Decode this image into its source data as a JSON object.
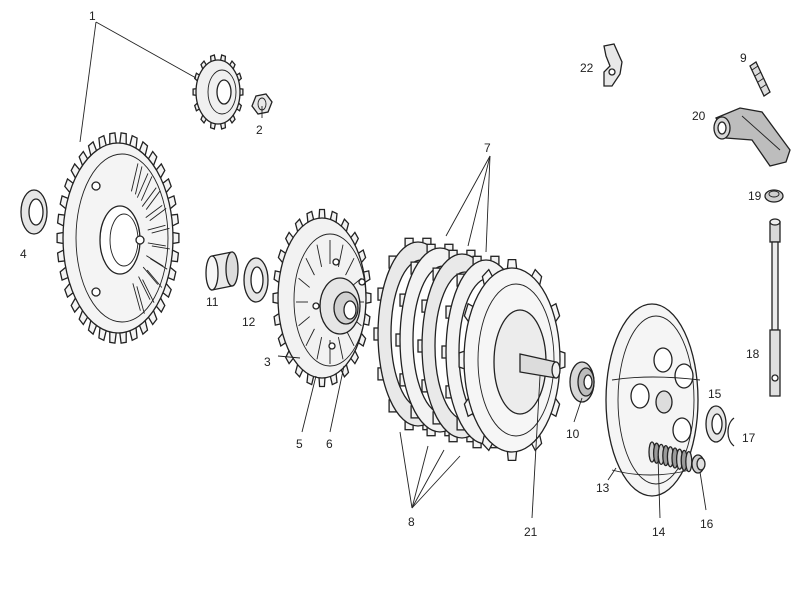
{
  "diagram": {
    "colors": {
      "ink": "#222222",
      "fill_light": "#f4f4f4",
      "fill_mid": "#d4d4d4",
      "fill_dark": "#555555",
      "background": "#ffffff"
    },
    "callouts": [
      {
        "id": "c1",
        "text": "1"
      },
      {
        "id": "c2",
        "text": "2"
      },
      {
        "id": "c3",
        "text": "3"
      },
      {
        "id": "c4",
        "text": "4"
      },
      {
        "id": "c5",
        "text": "5"
      },
      {
        "id": "c6",
        "text": "6"
      },
      {
        "id": "c7",
        "text": "7"
      },
      {
        "id": "c8",
        "text": "8"
      },
      {
        "id": "c9",
        "text": "9"
      },
      {
        "id": "c10",
        "text": "10"
      },
      {
        "id": "c11",
        "text": "11"
      },
      {
        "id": "c12",
        "text": "12"
      },
      {
        "id": "c13",
        "text": "13"
      },
      {
        "id": "c14",
        "text": "14"
      },
      {
        "id": "c15",
        "text": "15"
      },
      {
        "id": "c16",
        "text": "16"
      },
      {
        "id": "c17",
        "text": "17"
      },
      {
        "id": "c18",
        "text": "18"
      },
      {
        "id": "c19",
        "text": "19"
      },
      {
        "id": "c20",
        "text": "20"
      },
      {
        "id": "c21",
        "text": "21"
      },
      {
        "id": "c22",
        "text": "22"
      }
    ]
  }
}
